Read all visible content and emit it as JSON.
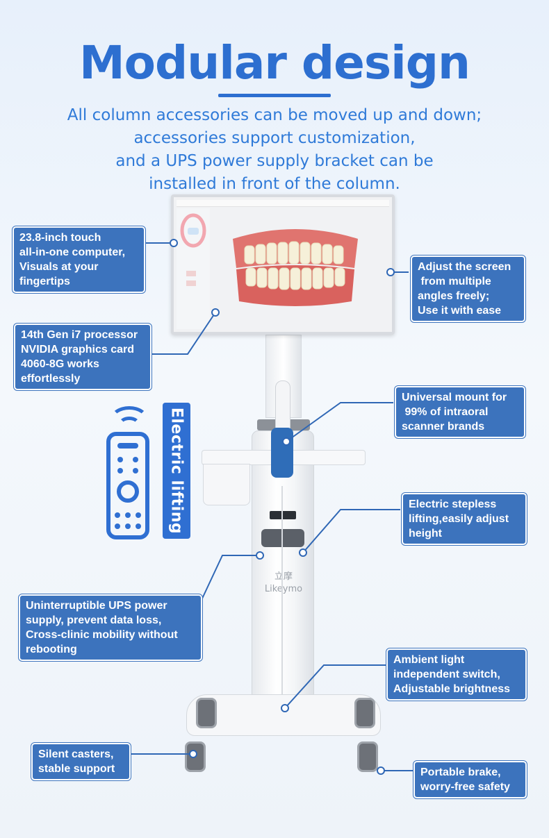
{
  "header": {
    "title": "Modular design",
    "subtitle_lines": [
      "All column accessories can be moved up and down;",
      "accessories support customization,",
      "and a UPS power supply bracket can be",
      "installed in front of the column."
    ]
  },
  "device": {
    "brand_cn": "立摩",
    "brand_en": "Likeymo"
  },
  "side_badge": {
    "label": "Electric lifting",
    "icon": "remote-control-icon"
  },
  "callouts": {
    "touch": [
      "23.8-inch touch",
      "all-in-one computer,",
      "Visuals at your",
      "fingertips"
    ],
    "processor": [
      "14th Gen i7 processor",
      "NVIDIA graphics card",
      "4060-8G works",
      "effortlessly"
    ],
    "screen": [
      "Adjust the screen",
      " from multiple",
      "angles freely;",
      "Use it with ease"
    ],
    "mount": [
      "Universal mount for",
      " 99% of intraoral",
      "scanner brands"
    ],
    "lifting": [
      "Electric stepless",
      "lifting,easily adjust",
      "height"
    ],
    "ups": [
      "Uninterruptible UPS power",
      "supply, prevent data loss,",
      "Cross-clinic mobility without",
      "rebooting"
    ],
    "ambient": [
      "Ambient light",
      "independent switch,",
      "Adjustable brightness"
    ],
    "casters": [
      "Silent casters,",
      "stable support"
    ],
    "brake": [
      "Portable brake,",
      "worry-free safety"
    ]
  },
  "colors": {
    "accent": "#2d6fd0",
    "callout_bg": "#3c73bd",
    "subtitle": "#2f7ad8"
  }
}
